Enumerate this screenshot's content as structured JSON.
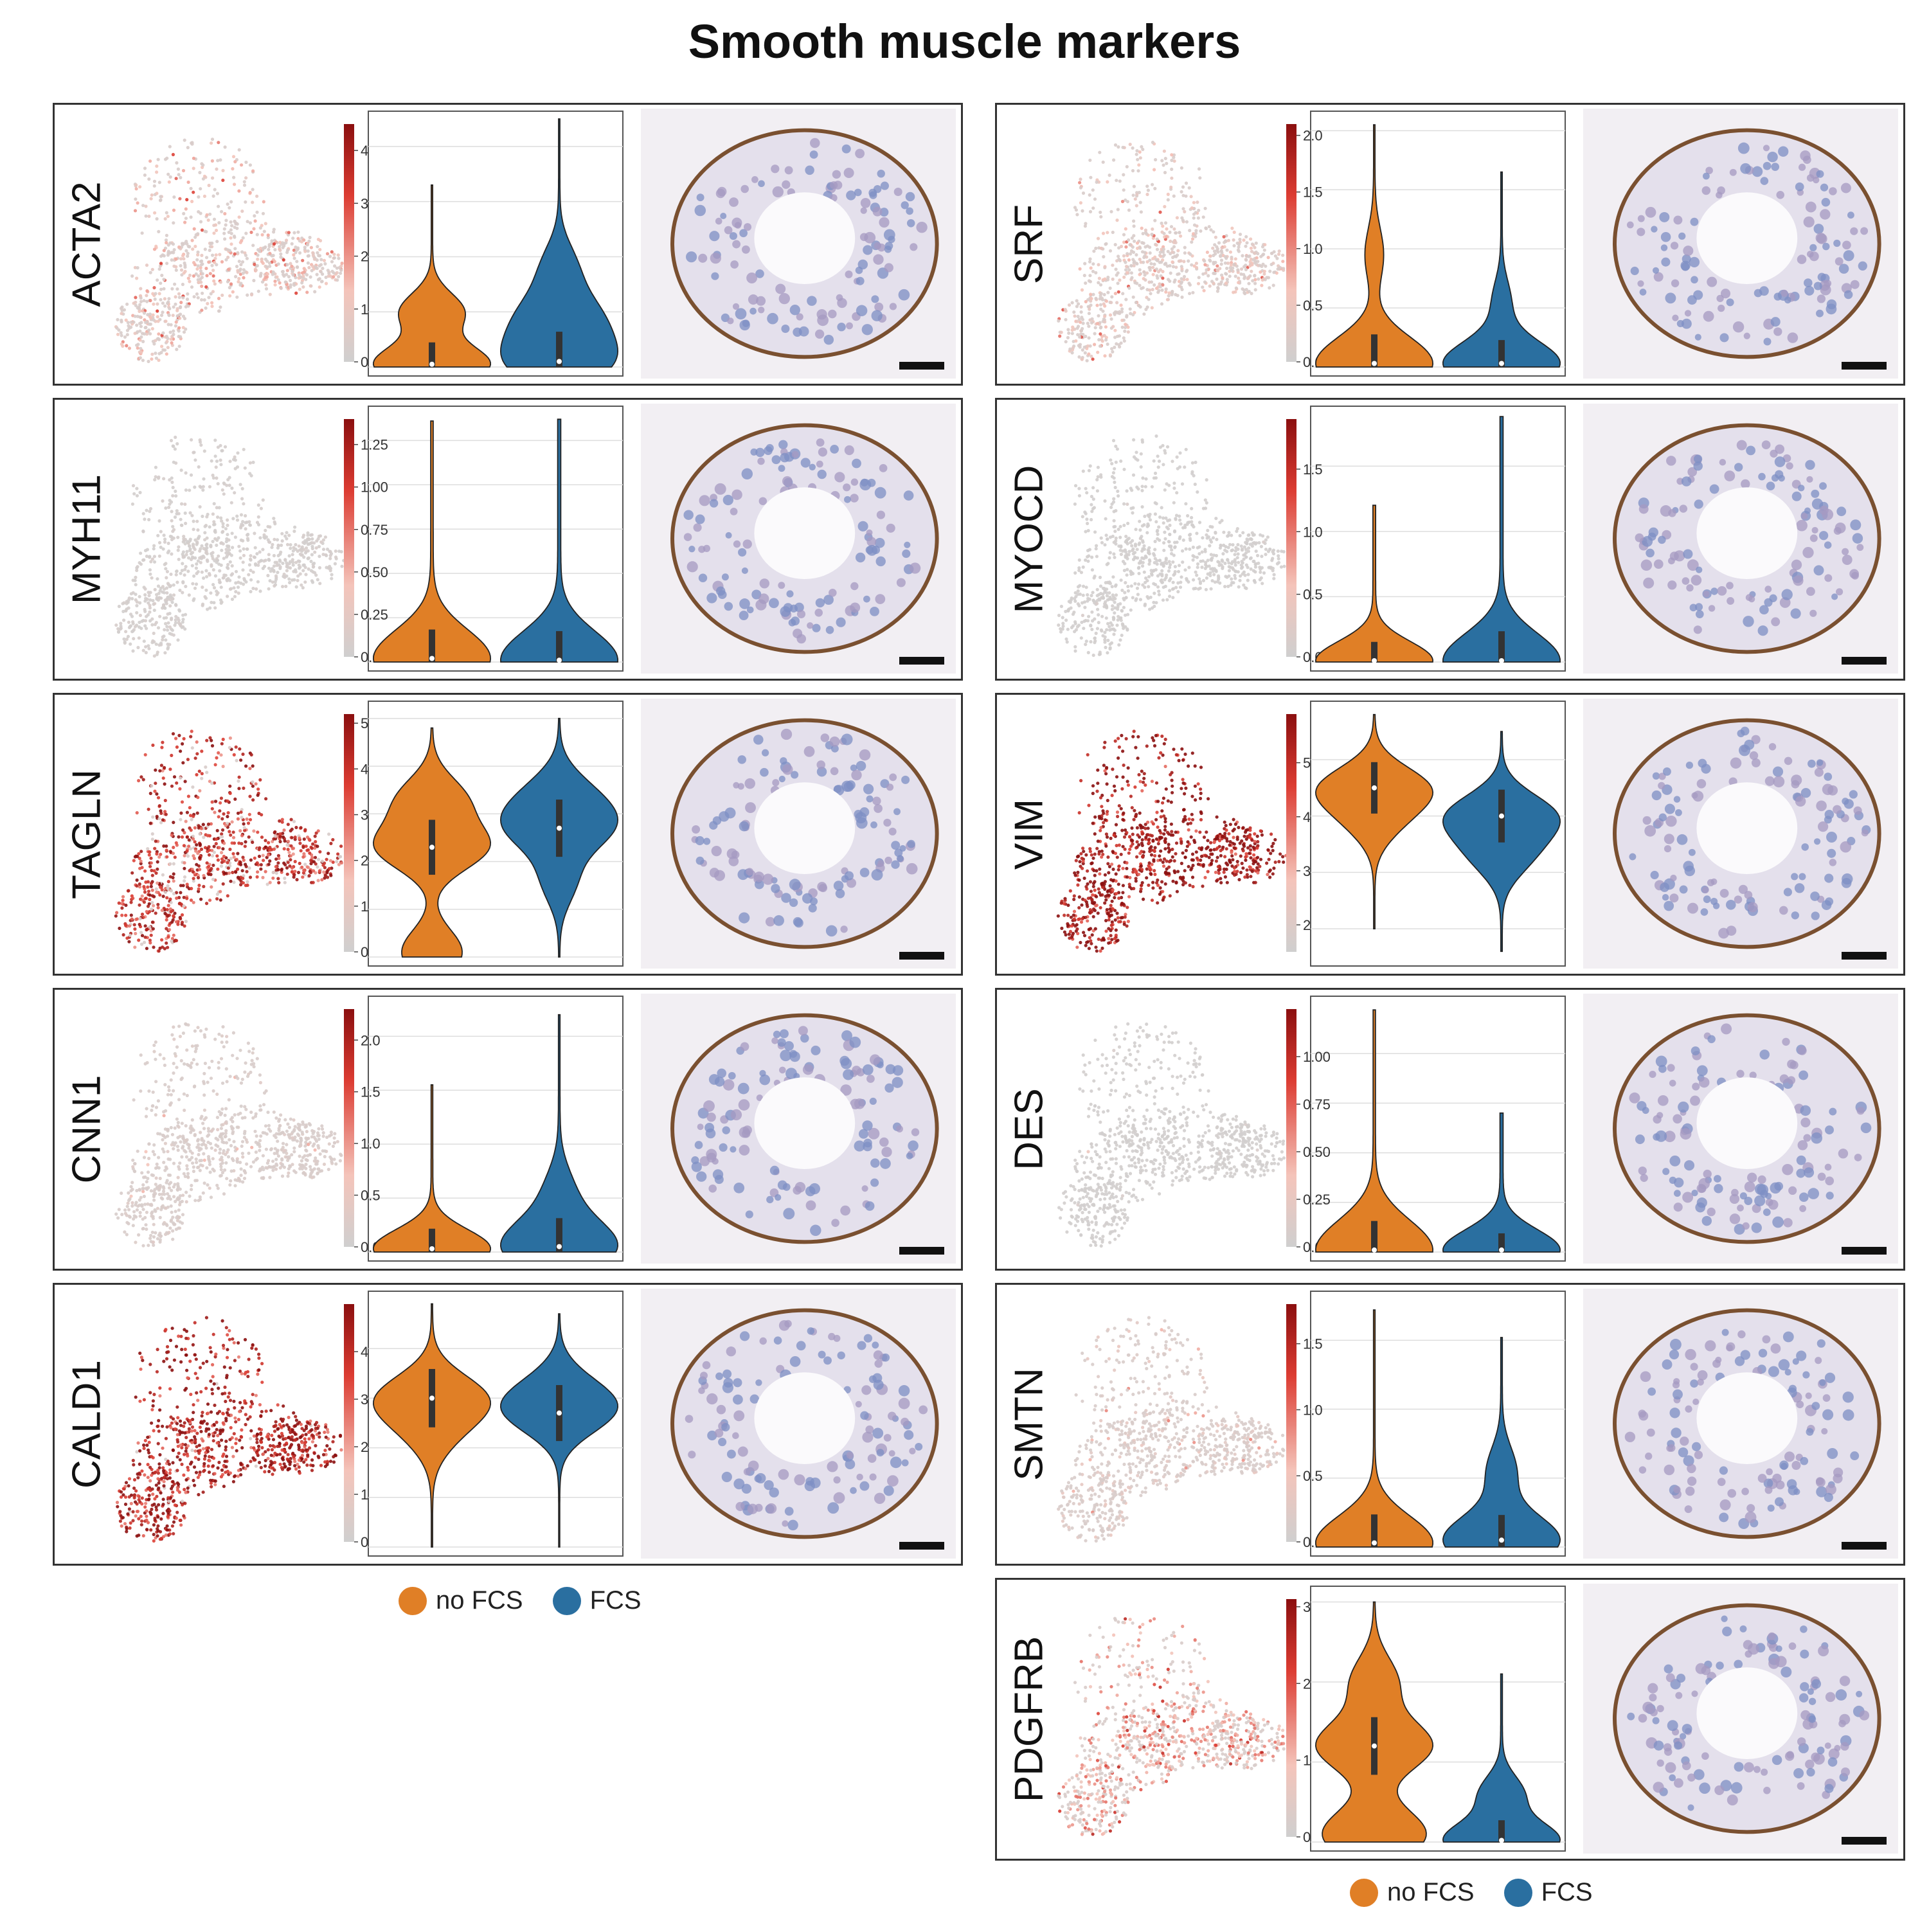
{
  "title": "Smooth muscle markers",
  "colors": {
    "no_fcs": "#e07f26",
    "fcs": "#2a6fa0",
    "scale_high": "#8b0f0f",
    "scale_low": "#cfcfcf"
  },
  "legend": [
    {
      "label": "no FCS",
      "color": "#e07f26"
    },
    {
      "label": "FCS",
      "color": "#2a6fa0"
    }
  ],
  "chart_data": [
    {
      "type": "violin",
      "gene": "ACTA2",
      "ylim": [
        0,
        4.5
      ],
      "yticks": [
        "0",
        "1",
        "2",
        "3",
        "4"
      ],
      "tick_values": [
        0,
        1,
        2,
        3,
        4
      ],
      "umap_intensity": 0.35,
      "series": [
        {
          "name": "no FCS",
          "max": 3.3,
          "modes": [
            [
              0.05,
              1.0
            ],
            [
              1.0,
              0.55
            ]
          ]
        },
        {
          "name": "FCS",
          "max": 4.5,
          "modes": [
            [
              0.1,
              0.9
            ],
            [
              0.9,
              0.65
            ],
            [
              1.8,
              0.3
            ]
          ]
        }
      ]
    },
    {
      "type": "violin",
      "gene": "MYH11",
      "ylim": [
        0,
        1.4
      ],
      "yticks": [
        "0.00",
        "0.25",
        "0.50",
        "0.75",
        "1.00",
        "1.25"
      ],
      "tick_values": [
        0,
        0.25,
        0.5,
        0.75,
        1.0,
        1.25
      ],
      "umap_intensity": 0.05,
      "series": [
        {
          "name": "no FCS",
          "max": 1.36,
          "modes": [
            [
              0.02,
              0.55
            ]
          ]
        },
        {
          "name": "FCS",
          "max": 1.37,
          "modes": [
            [
              0.01,
              0.45
            ]
          ]
        }
      ]
    },
    {
      "type": "violin",
      "gene": "TAGLN",
      "ylim": [
        0,
        5.2
      ],
      "yticks": [
        "0",
        "1",
        "2",
        "3",
        "4",
        "5"
      ],
      "tick_values": [
        0,
        1,
        2,
        3,
        4,
        5
      ],
      "umap_intensity": 0.8,
      "series": [
        {
          "name": "no FCS",
          "max": 4.8,
          "modes": [
            [
              0.1,
              0.55
            ],
            [
              2.3,
              1.0
            ],
            [
              3.3,
              0.6
            ]
          ]
        },
        {
          "name": "FCS",
          "max": 5.0,
          "modes": [
            [
              2.7,
              1.0
            ],
            [
              3.4,
              0.6
            ],
            [
              1.6,
              0.35
            ]
          ]
        }
      ]
    },
    {
      "type": "violin",
      "gene": "CNN1",
      "ylim": [
        0,
        2.3
      ],
      "yticks": [
        "0.0",
        "0.5",
        "1.0",
        "1.5",
        "2.0"
      ],
      "tick_values": [
        0,
        0.5,
        1.0,
        1.5,
        2.0
      ],
      "umap_intensity": 0.12,
      "series": [
        {
          "name": "no FCS",
          "max": 1.55,
          "modes": [
            [
              0.03,
              0.8
            ]
          ]
        },
        {
          "name": "FCS",
          "max": 2.2,
          "modes": [
            [
              0.05,
              0.85
            ],
            [
              0.55,
              0.2
            ]
          ]
        }
      ]
    },
    {
      "type": "violin",
      "gene": "CALD1",
      "ylim": [
        0,
        5.0
      ],
      "yticks": [
        "0",
        "1",
        "2",
        "3",
        "4"
      ],
      "tick_values": [
        0,
        1,
        2,
        3,
        4
      ],
      "umap_intensity": 0.9,
      "series": [
        {
          "name": "no FCS",
          "max": 4.9,
          "modes": [
            [
              3.0,
              1.0
            ],
            [
              2.3,
              0.35
            ]
          ]
        },
        {
          "name": "FCS",
          "max": 4.7,
          "modes": [
            [
              2.7,
              1.0
            ],
            [
              3.2,
              0.5
            ]
          ]
        }
      ]
    },
    {
      "type": "violin",
      "gene": "SRF",
      "ylim": [
        0,
        2.1
      ],
      "yticks": [
        "0.0",
        "0.5",
        "1.0",
        "1.5",
        "2.0"
      ],
      "tick_values": [
        0,
        0.5,
        1.0,
        1.5,
        2.0
      ],
      "umap_intensity": 0.3,
      "series": [
        {
          "name": "no FCS",
          "max": 2.05,
          "modes": [
            [
              0.03,
              1.0
            ],
            [
              0.95,
              0.15
            ]
          ]
        },
        {
          "name": "FCS",
          "max": 1.65,
          "modes": [
            [
              0.03,
              1.0
            ],
            [
              0.55,
              0.15
            ]
          ]
        }
      ]
    },
    {
      "type": "violin",
      "gene": "MYOCD",
      "ylim": [
        0,
        1.9
      ],
      "yticks": [
        "0.0",
        "0.5",
        "1.0",
        "1.5"
      ],
      "tick_values": [
        0,
        0.5,
        1.0,
        1.5
      ],
      "umap_intensity": 0.03,
      "series": [
        {
          "name": "no FCS",
          "max": 1.2,
          "modes": [
            [
              0.01,
              0.5
            ]
          ]
        },
        {
          "name": "FCS",
          "max": 1.88,
          "modes": [
            [
              0.01,
              0.45
            ]
          ]
        }
      ]
    },
    {
      "type": "violin",
      "gene": "VIM",
      "ylim": [
        1.5,
        5.9
      ],
      "yticks": [
        "2",
        "3",
        "4",
        "5"
      ],
      "tick_values": [
        2,
        3,
        4,
        5
      ],
      "umap_intensity": 1.0,
      "series": [
        {
          "name": "no FCS",
          "max": 5.8,
          "min": 2.0,
          "modes": [
            [
              4.5,
              1.0
            ],
            [
              3.9,
              0.4
            ]
          ]
        },
        {
          "name": "FCS",
          "max": 5.5,
          "min": 1.6,
          "modes": [
            [
              4.0,
              0.9
            ],
            [
              3.3,
              0.45
            ]
          ]
        }
      ]
    },
    {
      "type": "violin",
      "gene": "DES",
      "ylim": [
        0,
        1.25
      ],
      "yticks": [
        "0.00",
        "0.25",
        "0.50",
        "0.75",
        "1.00"
      ],
      "tick_values": [
        0,
        0.25,
        0.5,
        0.75,
        1.0
      ],
      "umap_intensity": 0.03,
      "series": [
        {
          "name": "no FCS",
          "max": 1.22,
          "modes": [
            [
              0.01,
              0.6
            ]
          ]
        },
        {
          "name": "FCS",
          "max": 0.7,
          "modes": [
            [
              0.01,
              0.45
            ]
          ]
        }
      ]
    },
    {
      "type": "violin",
      "gene": "SMTN",
      "ylim": [
        0,
        1.8
      ],
      "yticks": [
        "0.0",
        "0.5",
        "1.0",
        "1.5"
      ],
      "tick_values": [
        0,
        0.5,
        1.0,
        1.5
      ],
      "umap_intensity": 0.2,
      "series": [
        {
          "name": "no FCS",
          "max": 1.72,
          "modes": [
            [
              0.03,
              0.9
            ]
          ]
        },
        {
          "name": "FCS",
          "max": 1.52,
          "modes": [
            [
              0.05,
              0.9
            ],
            [
              0.55,
              0.22
            ]
          ]
        }
      ]
    },
    {
      "type": "violin",
      "gene": "PDGFRB",
      "ylim": [
        0,
        3.1
      ],
      "yticks": [
        "0",
        "1",
        "2",
        "3"
      ],
      "tick_values": [
        0,
        1,
        2,
        3
      ],
      "umap_intensity": 0.45,
      "series": [
        {
          "name": "no FCS",
          "max": 3.0,
          "modes": [
            [
              0.1,
              0.9
            ],
            [
              1.2,
              1.0
            ],
            [
              2.0,
              0.4
            ]
          ]
        },
        {
          "name": "FCS",
          "max": 2.1,
          "modes": [
            [
              0.02,
              0.8
            ],
            [
              0.6,
              0.3
            ]
          ]
        }
      ]
    }
  ]
}
